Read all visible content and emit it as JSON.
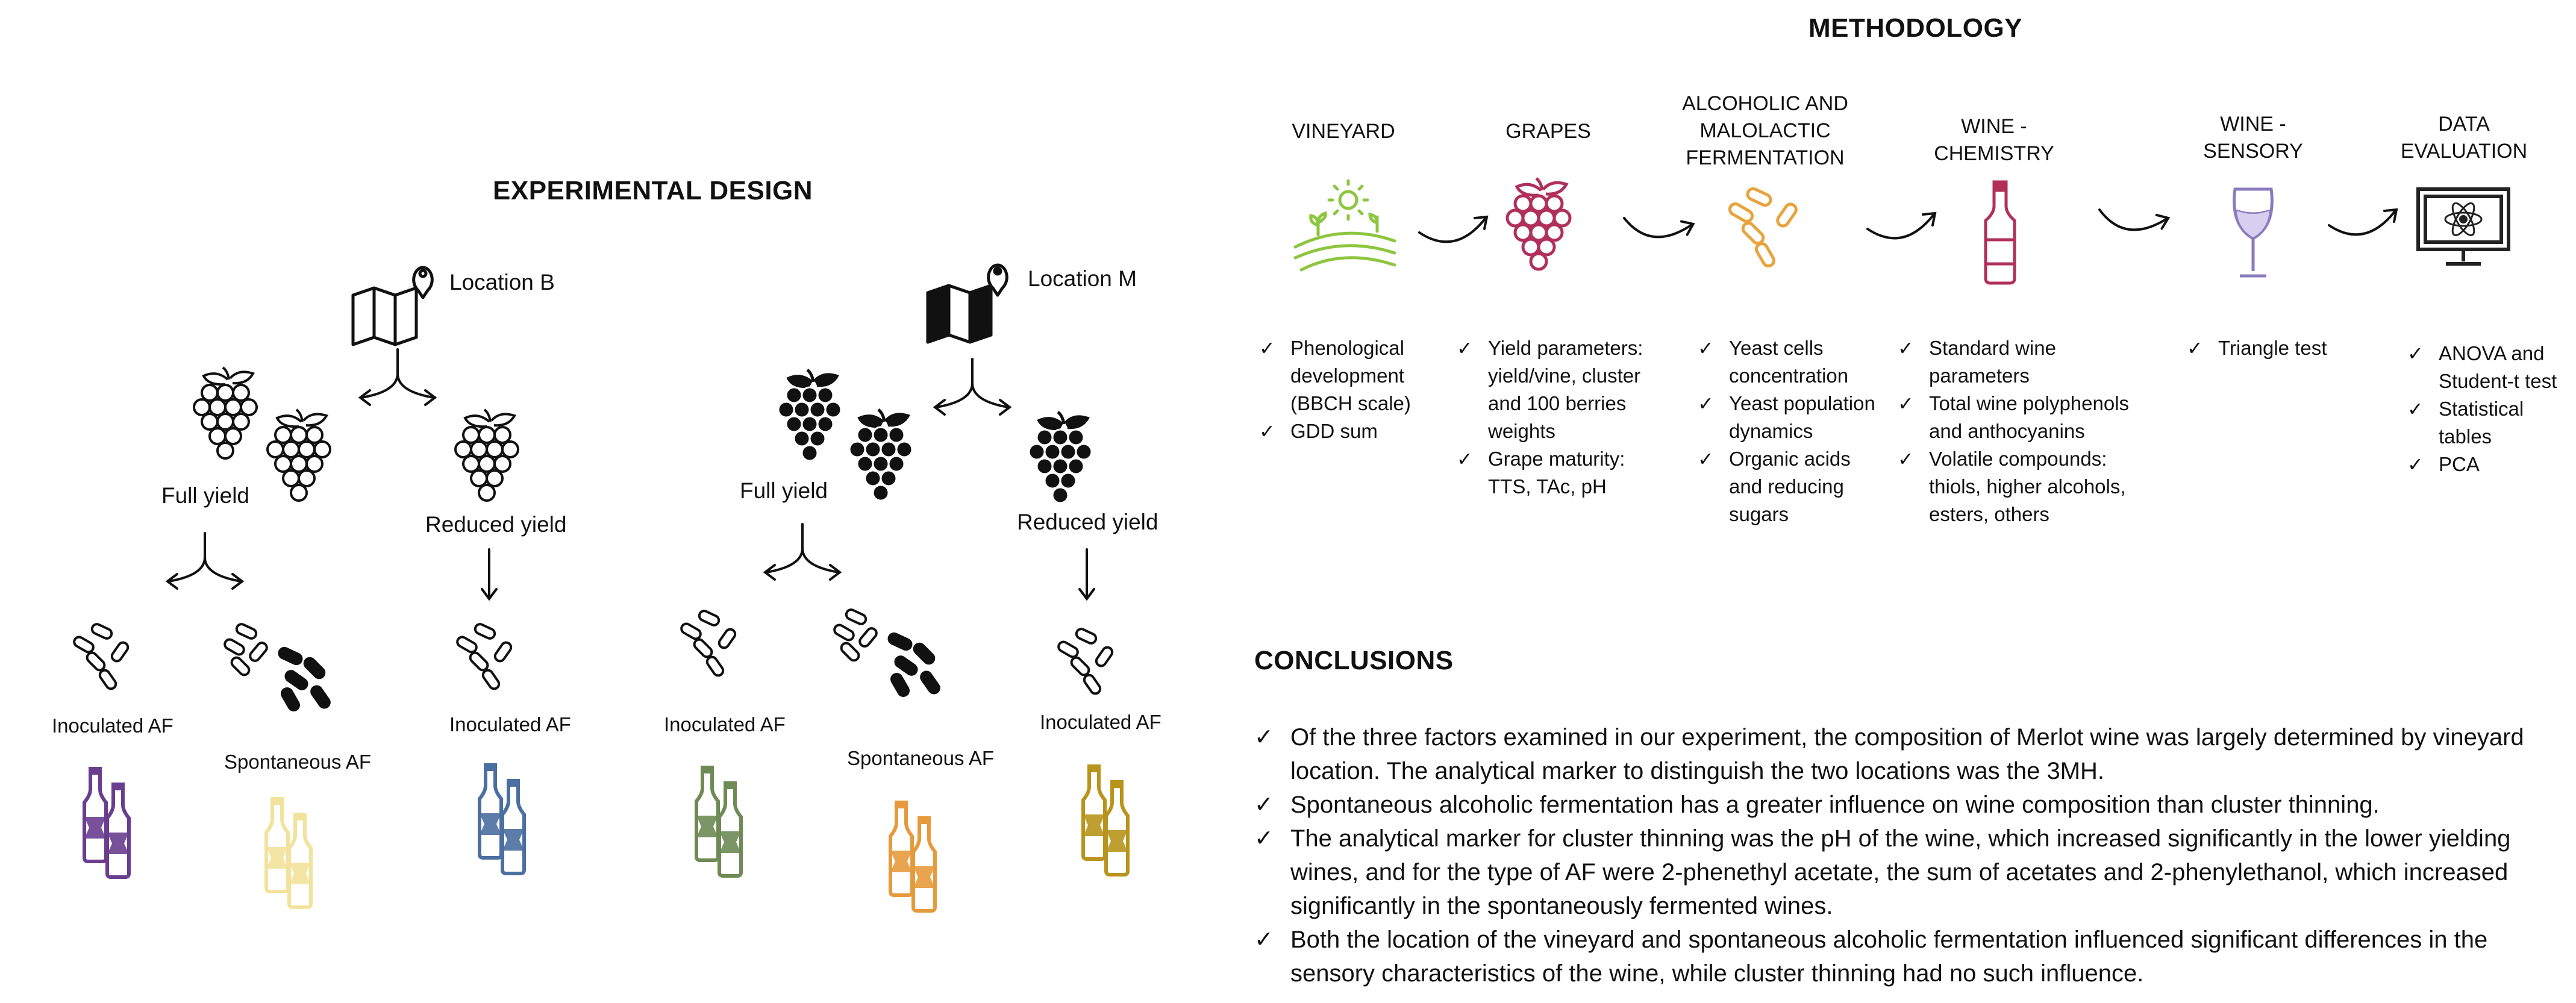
{
  "experimental": {
    "title": "EXPERIMENTAL DESIGN",
    "location_b": "Location B",
    "location_m": "Location M",
    "full_yield": "Full yield",
    "reduced_yield": "Reduced yield",
    "inoculated_af": "Inoculated AF",
    "spontaneous_af": "Spontaneous AF",
    "colors": {
      "b_full_inoculated": "#6a3d8f",
      "b_full_spontaneous": "#f3e29b",
      "b_reduced_inoculated": "#4a6fa0",
      "m_full_inoculated": "#6e8a55",
      "m_full_spontaneous": "#e69a3c",
      "m_reduced_inoculated": "#b8941c"
    }
  },
  "methodology": {
    "title": "METHODOLOGY",
    "steps": [
      {
        "label": "VINEYARD",
        "icon": "vineyard-icon",
        "color": "#8cc63f",
        "items": [
          "Phenological development (BBCH scale)",
          "GDD sum"
        ]
      },
      {
        "label": "GRAPES",
        "icon": "grapes-icon",
        "color": "#b0305a",
        "items": [
          "Yield parameters: yield/vine, cluster and 100 berries weights",
          "Grape maturity: TTS, TAc, pH"
        ]
      },
      {
        "label": "ALCOHOLIC AND MALOLACTIC FERMENTATION",
        "icon": "yeast-icon",
        "color": "#e8a33c",
        "items": [
          "Yeast cells concentration",
          "Yeast population dynamics",
          "Organic acids and reducing sugars"
        ]
      },
      {
        "label": "WINE - CHEMISTRY",
        "icon": "wine-bottle-icon",
        "color": "#b0305a",
        "items": [
          "Standard wine parameters",
          "Total wine polyphenols and anthocyanins",
          "Volatile compounds: thiols, higher alcohols, esters, others"
        ]
      },
      {
        "label": "WINE - SENSORY",
        "icon": "wine-glass-icon",
        "color": "#8a7bbd",
        "items": [
          "Triangle test"
        ]
      },
      {
        "label": "DATA EVALUATION",
        "icon": "computer-icon",
        "color": "#222222",
        "items": [
          "ANOVA and Student-t test",
          "Statistical tables",
          "PCA"
        ]
      }
    ]
  },
  "conclusions": {
    "title": "CONCLUSIONS",
    "items": [
      "Of the three factors examined in our experiment, the composition of Merlot wine was largely determined by vineyard location. The analytical marker to distinguish the two locations was the 3MH.",
      "Spontaneous alcoholic fermentation has a greater influence on wine composition than cluster thinning.",
      "The analytical marker for cluster thinning was the pH of the wine, which increased significantly in the lower yielding wines, and for the type of AF were 2-phenethyl acetate, the sum of acetates and 2-phenylethanol, which increased significantly in the spontaneously fermented wines.",
      "Both the location of the vineyard and spontaneous alcoholic fermentation influenced significant differences in the sensory characteristics of the wine, while cluster thinning had no such influence."
    ]
  }
}
